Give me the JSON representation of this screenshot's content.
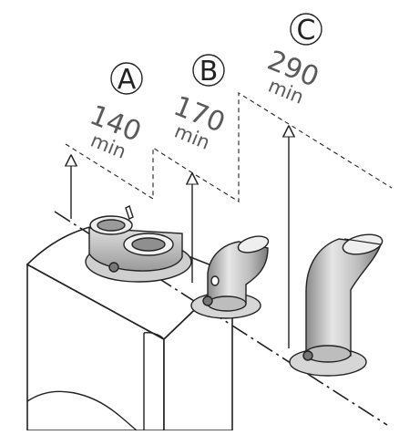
{
  "labels": {
    "a": {
      "letter": "A",
      "value": "140",
      "unit": "min"
    },
    "b": {
      "letter": "B",
      "value": "170",
      "unit": "min"
    },
    "c": {
      "letter": "C",
      "value": "290",
      "unit": "min"
    }
  },
  "colors": {
    "line": "#222222",
    "metal_light": "#e6e6e6",
    "metal_mid": "#bdbdbd",
    "metal_dark": "#8a8a8a",
    "text_gray": "#5a5a5a"
  }
}
